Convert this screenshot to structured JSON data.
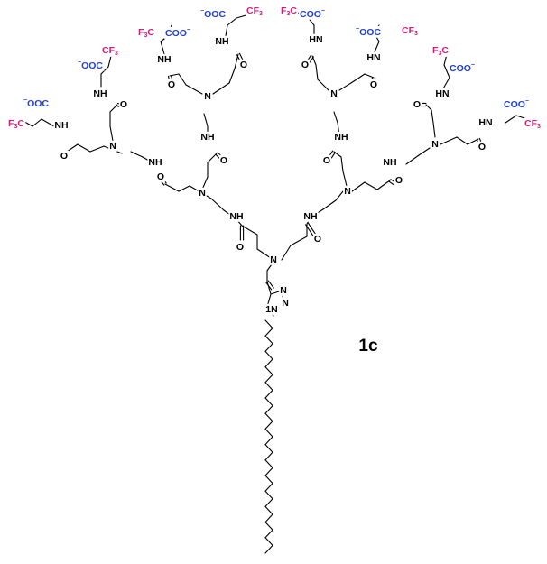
{
  "compound_label": "1c",
  "colors": {
    "carboxylate": "#1f3fd6",
    "trifluoromethyl": "#cf1f7a",
    "bond": "#000000"
  },
  "atoms": {
    "N": "N",
    "NH": "NH",
    "HN": "HN",
    "O": "O",
    "coo": "COO",
    "ooc": "OOC",
    "charge": "−",
    "cf3": "CF",
    "f3c": "F",
    "c": "C",
    "three": "3",
    "triazole_n1": "N",
    "triazole_n_top": "N",
    "triazole_n_mid": "N",
    "triazole_loc1": "1"
  }
}
